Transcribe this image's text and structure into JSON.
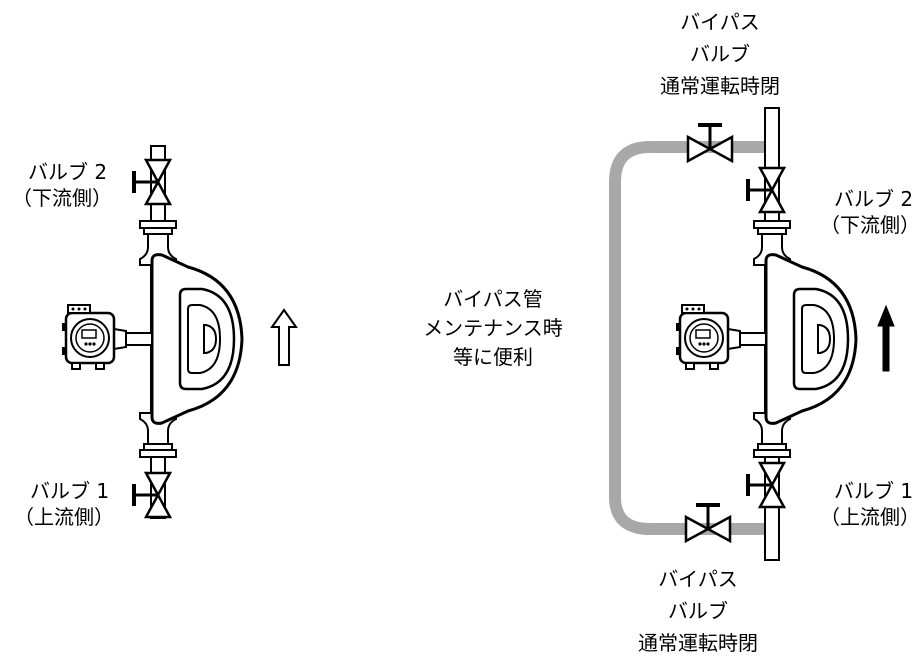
{
  "left": {
    "valve2": {
      "line1": "バルブ 2",
      "line2": "（下流側）"
    },
    "valve1": {
      "line1": "バルブ 1",
      "line2": "（上流側）"
    },
    "flow_arrow": "outline-up-arrow-icon"
  },
  "center_note": {
    "line1": "バイパス管",
    "line2": "メンテナンス時",
    "line3": "等に便利"
  },
  "right": {
    "bypass_top": {
      "line1": "バイパス",
      "line2": "バルブ",
      "line3": "通常運転時閉"
    },
    "bypass_bottom": {
      "line1": "バイパス",
      "line2": "バルブ",
      "line3": "通常運転時閉"
    },
    "valve2": {
      "line1": "バルブ 2",
      "line2": "（下流側）"
    },
    "valve1": {
      "line1": "バルブ 1",
      "line2": "（上流側）"
    },
    "flow_arrow": "solid-up-arrow-icon"
  },
  "colors": {
    "bypass_pipe": "#a8a8a8",
    "line": "#000000"
  }
}
